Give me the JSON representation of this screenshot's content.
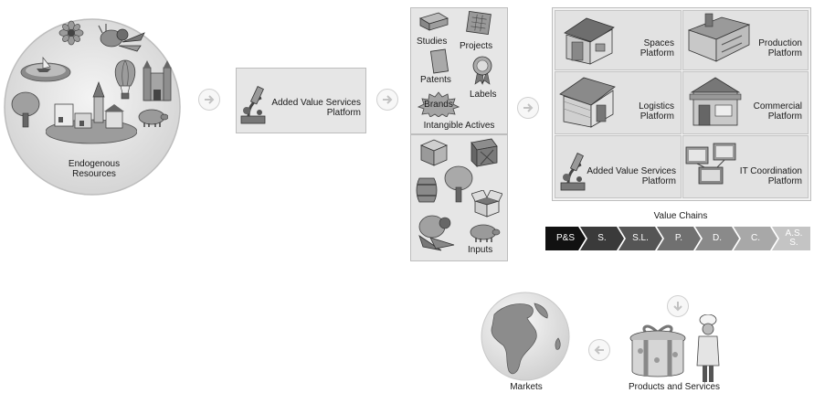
{
  "resources": {
    "label_line1": "Endogenous",
    "label_line2": "Resources"
  },
  "avs_box": {
    "line1": "Added Value Services",
    "line2": "Platform"
  },
  "intangible": {
    "studies": "Studies",
    "projects": "Projects",
    "patents": "Patents",
    "brands": "Brands",
    "labels": "Labels",
    "caption": "Intangible Actives"
  },
  "inputs": {
    "caption": "Inputs"
  },
  "platforms": [
    {
      "line1": "Spaces",
      "line2": "Platform"
    },
    {
      "line1": "Production",
      "line2": "Platform"
    },
    {
      "line1": "Logistics",
      "line2": "Platform"
    },
    {
      "line1": "Commercial",
      "line2": "Platform"
    },
    {
      "line1": "Added Value Services",
      "line2": "Platform"
    },
    {
      "line1": "IT Coordination",
      "line2": "Platform"
    }
  ],
  "value_chains": {
    "title": "Value Chains",
    "steps": [
      {
        "label": "P&S",
        "color": "#111111"
      },
      {
        "label": "S.",
        "color": "#3a3a3a"
      },
      {
        "label": "S.L.",
        "color": "#555555"
      },
      {
        "label": "P.",
        "color": "#707070"
      },
      {
        "label": "D.",
        "color": "#8a8a8a"
      },
      {
        "label": "C.",
        "color": "#a8a8a8"
      },
      {
        "label": "A.S.",
        "label2": "S.",
        "color": "#c4c4c4"
      }
    ]
  },
  "products": {
    "label": "Products and Services"
  },
  "markets": {
    "label": "Markets"
  }
}
